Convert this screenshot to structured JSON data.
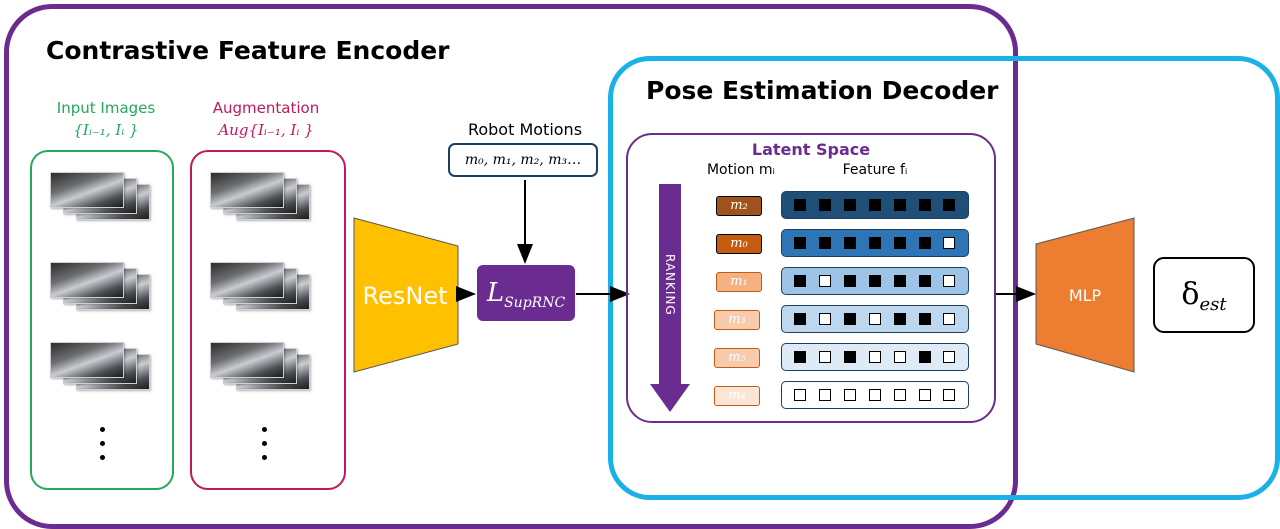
{
  "encoder": {
    "title": "Contrastive Feature Encoder",
    "color": "#6a2c91"
  },
  "decoder": {
    "title": "Pose Estimation Decoder",
    "color": "#1ab0e8"
  },
  "input_images": {
    "label": "Input Images",
    "math": "{Iᵢ₋₁, Iᵢ }",
    "color": "#22a95a"
  },
  "augmentation": {
    "label": "Augmentation",
    "math": "Aug{Iᵢ₋₁, Iᵢ }",
    "color": "#c2185b"
  },
  "resnet": {
    "label": "ResNet",
    "color": "#ffc000"
  },
  "loss": {
    "label": "L",
    "sub": "SupRNC",
    "color": "#6a2c91"
  },
  "robot_motions": {
    "label": "Robot Motions",
    "math": "m₀, m₁, m₂, m₃…"
  },
  "latent": {
    "title": "Latent Space",
    "motion_header": "Motion mᵢ",
    "feature_header": "Feature fᵢ",
    "ranking": "RANKING",
    "rows": [
      {
        "motion": "m₂",
        "tag_bg": "#a0521d",
        "row_bg": "#1f4e79",
        "text": "#ffffff",
        "cells": [
          1,
          1,
          1,
          1,
          1,
          1,
          1
        ]
      },
      {
        "motion": "m₀",
        "tag_bg": "#c55a11",
        "row_bg": "#2e75b6",
        "text": "#ffffff",
        "cells": [
          1,
          1,
          1,
          1,
          1,
          1,
          0
        ]
      },
      {
        "motion": "m₁",
        "tag_bg": "#f4b183",
        "row_bg": "#9dc3e6",
        "text": "#ffffff",
        "cells": [
          1,
          0,
          1,
          1,
          1,
          1,
          0
        ]
      },
      {
        "motion": "m₃",
        "tag_bg": "#f8cbad",
        "row_bg": "#bdd7ee",
        "text": "#ffffff",
        "cells": [
          1,
          0,
          1,
          0,
          1,
          1,
          0
        ]
      },
      {
        "motion": "m₅",
        "tag_bg": "#f8cbad",
        "row_bg": "#deebf7",
        "text": "#ffffff",
        "cells": [
          1,
          0,
          1,
          0,
          0,
          1,
          0
        ]
      },
      {
        "motion": "m₄",
        "tag_bg": "#fbe5d6",
        "row_bg": "#ffffff",
        "text": "#ffffff",
        "cells": [
          0,
          0,
          0,
          0,
          0,
          0,
          0
        ]
      }
    ]
  },
  "mlp": {
    "label": "MLP",
    "color": "#ed7d31"
  },
  "output": {
    "symbol": "δ",
    "sub": "est"
  }
}
